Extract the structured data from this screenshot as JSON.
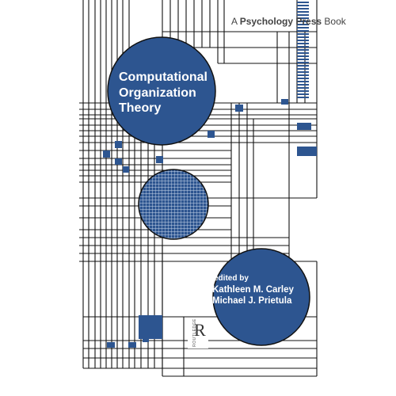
{
  "cover": {
    "publisher_prefix": "A",
    "publisher_brand": "Psychology Press",
    "publisher_suffix": "Book",
    "title_lines": [
      "Computational",
      "Organization",
      "Theory"
    ],
    "edited_label": "edited by",
    "editors": [
      "Kathleen M. Carley",
      "Michael J. Prietula"
    ],
    "logo_letter": "R",
    "logo_text": "ROUTLEDGE"
  },
  "colors": {
    "navy": "#2d5590",
    "line": "#111111",
    "background": "#ffffff"
  }
}
